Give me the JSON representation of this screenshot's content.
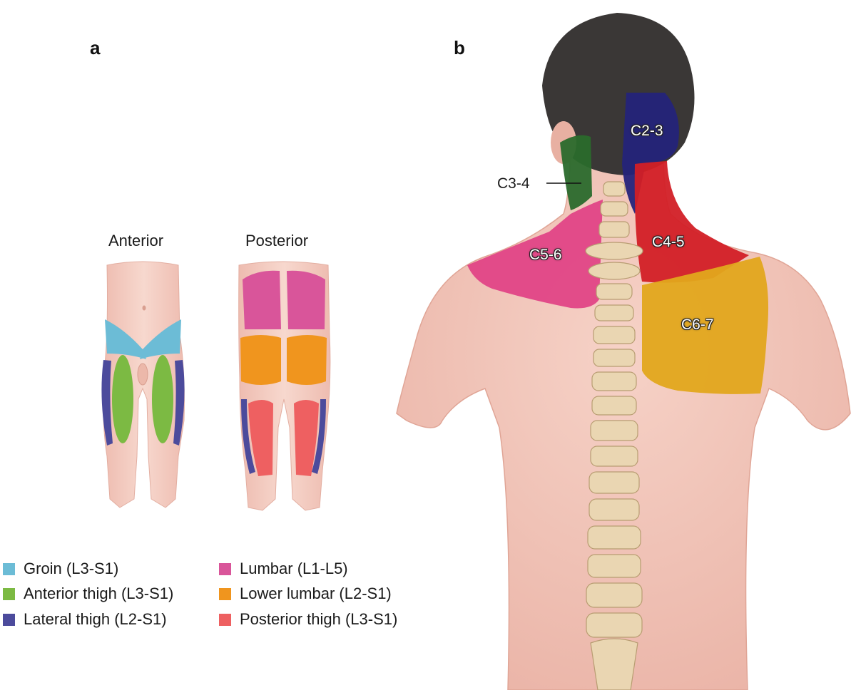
{
  "panel_a": {
    "letter": "a",
    "anterior_label": "Anterior",
    "posterior_label": "Posterior"
  },
  "panel_b": {
    "letter": "b",
    "regions": {
      "c2_3": "C2-3",
      "c3_4": "C3-4",
      "c4_5": "C4-5",
      "c5_6": "C5-6",
      "c6_7": "C6-7"
    }
  },
  "legend": [
    {
      "label": "Groin (L3-S1)",
      "color": "#6cbcd6"
    },
    {
      "label": "Anterior thigh (L3-S1)",
      "color": "#7cba43"
    },
    {
      "label": "Lateral thigh (L2-S1)",
      "color": "#4c4b9c"
    },
    {
      "label": "Lumbar (L1-L5)",
      "color": "#d9559a"
    },
    {
      "label": "Lower lumbar (L2-S1)",
      "color": "#f0951e"
    },
    {
      "label": "Posterior thigh (L3-S1)",
      "color": "#ee6061"
    }
  ],
  "colors": {
    "skin": "#f3c8bd",
    "hair": "#3a3736",
    "spine": "#ead6b2",
    "c2_3": "#24237a",
    "c3_4": "#2a6a2c",
    "c4_5": "#d21f26",
    "c5_6": "#e04486",
    "c6_7": "#e2a71c"
  }
}
